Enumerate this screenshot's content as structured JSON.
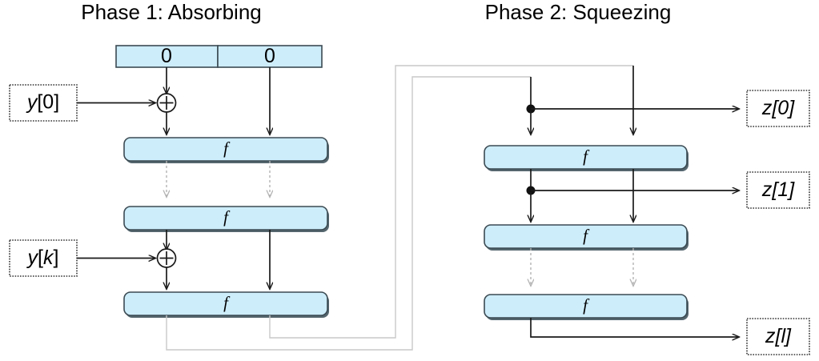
{
  "figure": {
    "kind": "sponge-construction-diagram",
    "accent_block_fill": "#cdedfb",
    "accent_block_stroke": "#3b4a52",
    "routing_line_color": "#c9c9c9",
    "dashed_arrow_color": "#b3b3b3",
    "solid_arrow_color": "#1a1a1a"
  },
  "phase1": {
    "title": "Phase 1: Absorbing",
    "state_register": {
      "rate_value": "0",
      "capacity_value": "0"
    },
    "permutation_label": "f",
    "permutation_count": 3,
    "inputs": [
      {
        "var": "y",
        "index": "[0]"
      },
      {
        "var": "y",
        "index": "[k]"
      }
    ],
    "xor_symbol": "+",
    "xor_count": 2
  },
  "phase2": {
    "title": "Phase 2: Squeezing",
    "permutation_label": "f",
    "permutation_count": 3,
    "outputs": [
      {
        "var": "z",
        "index": "[0]"
      },
      {
        "var": "z",
        "index": "[1]"
      },
      {
        "var": "z",
        "index": "[l]"
      }
    ]
  }
}
